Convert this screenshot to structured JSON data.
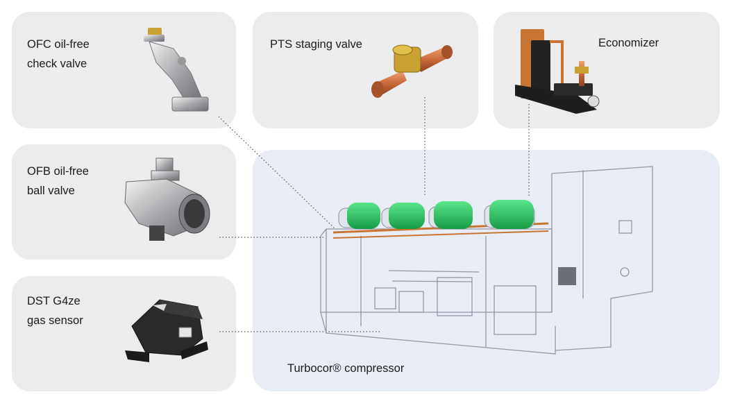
{
  "components": {
    "ofc": {
      "line1": "OFC oil-free",
      "line2": "check valve"
    },
    "pts": {
      "line1": "PTS staging valve"
    },
    "economizer": {
      "line1": "Economizer"
    },
    "ofb": {
      "line1": "OFB oil-free",
      "line2": "ball valve"
    },
    "dst": {
      "line1": "DST G4ze",
      "line2": "gas sensor"
    }
  },
  "main": {
    "label": "Turbocor® compressor"
  },
  "colors": {
    "card_bg": "#ececee",
    "main_bg": "#e8ecf5",
    "compressor_green": "#22c55e",
    "copper": "#c87533",
    "brass": "#c9a233"
  }
}
